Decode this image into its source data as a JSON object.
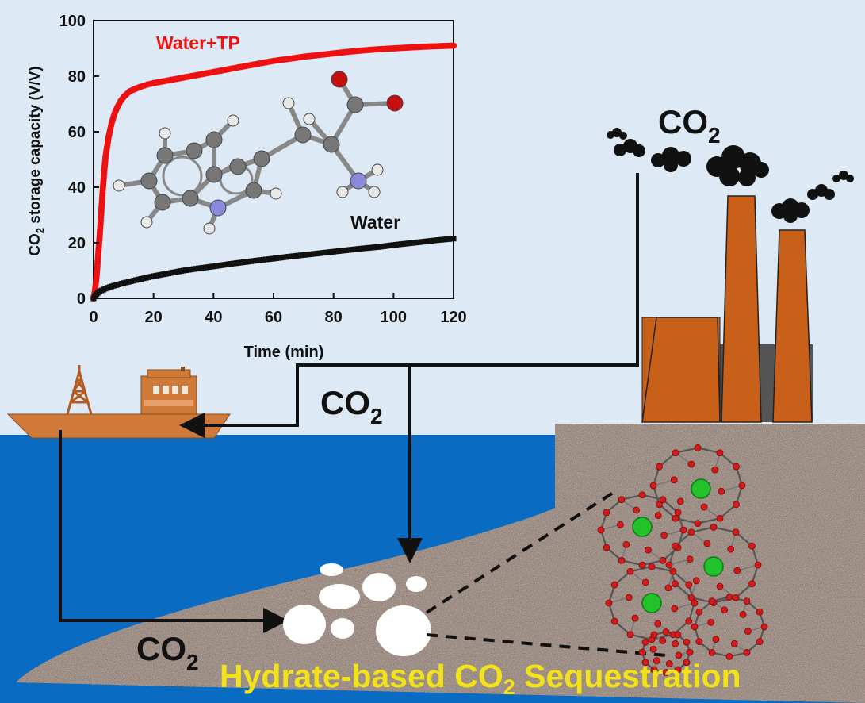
{
  "chart_data": {
    "type": "scatter",
    "xlabel": "Time (min)",
    "ylabel_main": "CO",
    "ylabel_sub": "2",
    "ylabel_rest": " storage capacity (V/V)",
    "xlim": [
      0,
      120
    ],
    "ylim": [
      0,
      100
    ],
    "xticks": [
      0,
      20,
      40,
      60,
      80,
      100,
      120
    ],
    "yticks": [
      0,
      20,
      40,
      60,
      80,
      100
    ],
    "series": [
      {
        "name": "Water+TP",
        "color": "#ee1111",
        "points": [
          [
            0,
            0
          ],
          [
            0.5,
            3
          ],
          [
            1,
            8
          ],
          [
            1.5,
            15
          ],
          [
            2,
            22
          ],
          [
            2.5,
            30
          ],
          [
            3,
            38
          ],
          [
            3.5,
            45
          ],
          [
            4,
            51
          ],
          [
            5,
            58
          ],
          [
            6,
            63
          ],
          [
            7,
            66.5
          ],
          [
            8,
            69
          ],
          [
            9,
            71
          ],
          [
            10,
            72.5
          ],
          [
            12,
            74.5
          ],
          [
            14,
            75.5
          ],
          [
            16,
            76.3
          ],
          [
            18,
            77
          ],
          [
            20,
            77.5
          ],
          [
            25,
            78.5
          ],
          [
            30,
            79.5
          ],
          [
            35,
            80.5
          ],
          [
            40,
            81.5
          ],
          [
            45,
            82.5
          ],
          [
            50,
            83.5
          ],
          [
            55,
            84.5
          ],
          [
            60,
            85.5
          ],
          [
            65,
            86.2
          ],
          [
            70,
            87
          ],
          [
            75,
            87.6
          ],
          [
            80,
            88.2
          ],
          [
            85,
            88.8
          ],
          [
            90,
            89.3
          ],
          [
            95,
            89.7
          ],
          [
            100,
            90
          ],
          [
            105,
            90.3
          ],
          [
            110,
            90.6
          ],
          [
            115,
            90.8
          ],
          [
            120,
            91
          ]
        ]
      },
      {
        "name": "Water",
        "color": "#111111",
        "points": [
          [
            0,
            0
          ],
          [
            1,
            1.5
          ],
          [
            2,
            2.5
          ],
          [
            4,
            3.5
          ],
          [
            6,
            4.3
          ],
          [
            10,
            5.5
          ],
          [
            15,
            6.8
          ],
          [
            20,
            8
          ],
          [
            25,
            9
          ],
          [
            30,
            10
          ],
          [
            35,
            10.8
          ],
          [
            40,
            11.5
          ],
          [
            45,
            12.3
          ],
          [
            50,
            13
          ],
          [
            55,
            13.7
          ],
          [
            60,
            14.3
          ],
          [
            65,
            15
          ],
          [
            70,
            15.6
          ],
          [
            75,
            16.2
          ],
          [
            80,
            16.8
          ],
          [
            85,
            17.4
          ],
          [
            90,
            18
          ],
          [
            95,
            18.5
          ],
          [
            100,
            19.2
          ],
          [
            105,
            19.8
          ],
          [
            110,
            20.4
          ],
          [
            115,
            21
          ],
          [
            120,
            21.5
          ]
        ]
      }
    ]
  },
  "labels": {
    "co2_base": "CO",
    "co2_sub": "2",
    "footer_before": "Hydrate-based CO",
    "footer_sub": "2",
    "footer_after": " Sequestration"
  },
  "colors": {
    "sky": "#dde9f5",
    "sea": "#0a6bc2",
    "chimney": "#c8601a",
    "ship": "#d07a3a",
    "footer_text": "#f2e21a",
    "hydrate_atom": "#d41a1a",
    "guest_molecule": "#22c22a"
  }
}
